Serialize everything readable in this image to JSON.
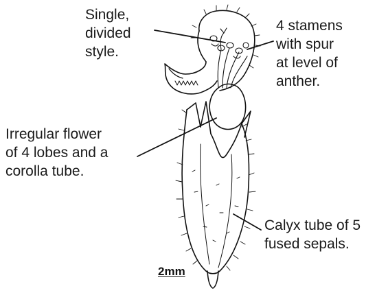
{
  "labels": {
    "style": "Single,\ndivided\nstyle.",
    "stamens": "4 stamens\nwith spur\nat level of\nanther.",
    "flower": "Irregular flower\nof 4 lobes and a\ncorolla tube.",
    "calyx": "Calyx tube of 5\nfused sepals."
  },
  "scale_bar": "2mm",
  "colors": {
    "ink": "#111111",
    "background": "#ffffff"
  }
}
